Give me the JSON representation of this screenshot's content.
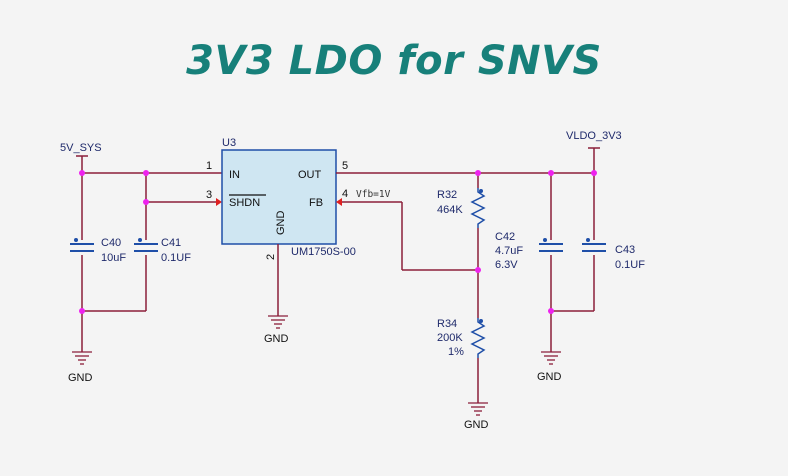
{
  "title": "3V3 LDO for SNVS",
  "nets": {
    "input": "5V_SYS",
    "output": "VLDO_3V3",
    "ground": "GND",
    "fb_note": "Vfb=1V"
  },
  "ic": {
    "ref": "U3",
    "part": "UM1750S-00",
    "pins": {
      "in": "IN",
      "in_num": "1",
      "shdn": "SHDN",
      "shdn_num": "3",
      "out": "OUT",
      "out_num": "5",
      "fb": "FB",
      "fb_num": "4",
      "gnd": "GND",
      "gnd_num": "2"
    }
  },
  "components": {
    "c40": {
      "ref": "C40",
      "value": "10uF"
    },
    "c41": {
      "ref": "C41",
      "value": "0.1UF"
    },
    "r32": {
      "ref": "R32",
      "value": "464K"
    },
    "r34": {
      "ref": "R34",
      "value": "200K",
      "tol": "1%"
    },
    "c42": {
      "ref": "C42",
      "value": "4.7uF",
      "voltage": "6.3V"
    },
    "c43": {
      "ref": "C43",
      "value": "0.1UF"
    }
  },
  "colors": {
    "title": "#17807a",
    "wire": "#8b1e3a",
    "junction": "#ee22ee",
    "ic_fill": "#cfe6f2",
    "ic_border": "#1f4fa8"
  }
}
